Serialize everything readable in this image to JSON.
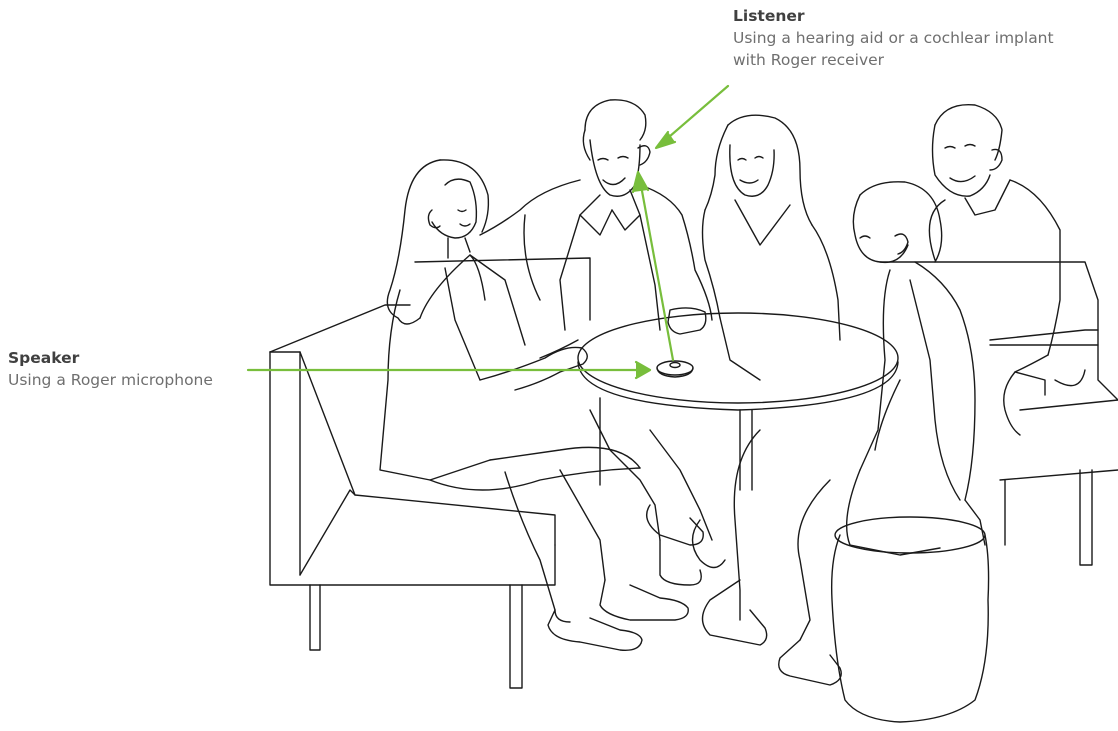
{
  "speaker": {
    "title": "Speaker",
    "description": "Using a Roger microphone"
  },
  "listener": {
    "title": "Listener",
    "description_line1": "Using a hearing aid or a cochlear implant",
    "description_line2": "with Roger receiver"
  },
  "colors": {
    "arrow": "#78be3c",
    "line_art": "#1a1a1a",
    "title_text": "#404040",
    "body_text": "#6f6f6f",
    "background": "#ffffff"
  }
}
